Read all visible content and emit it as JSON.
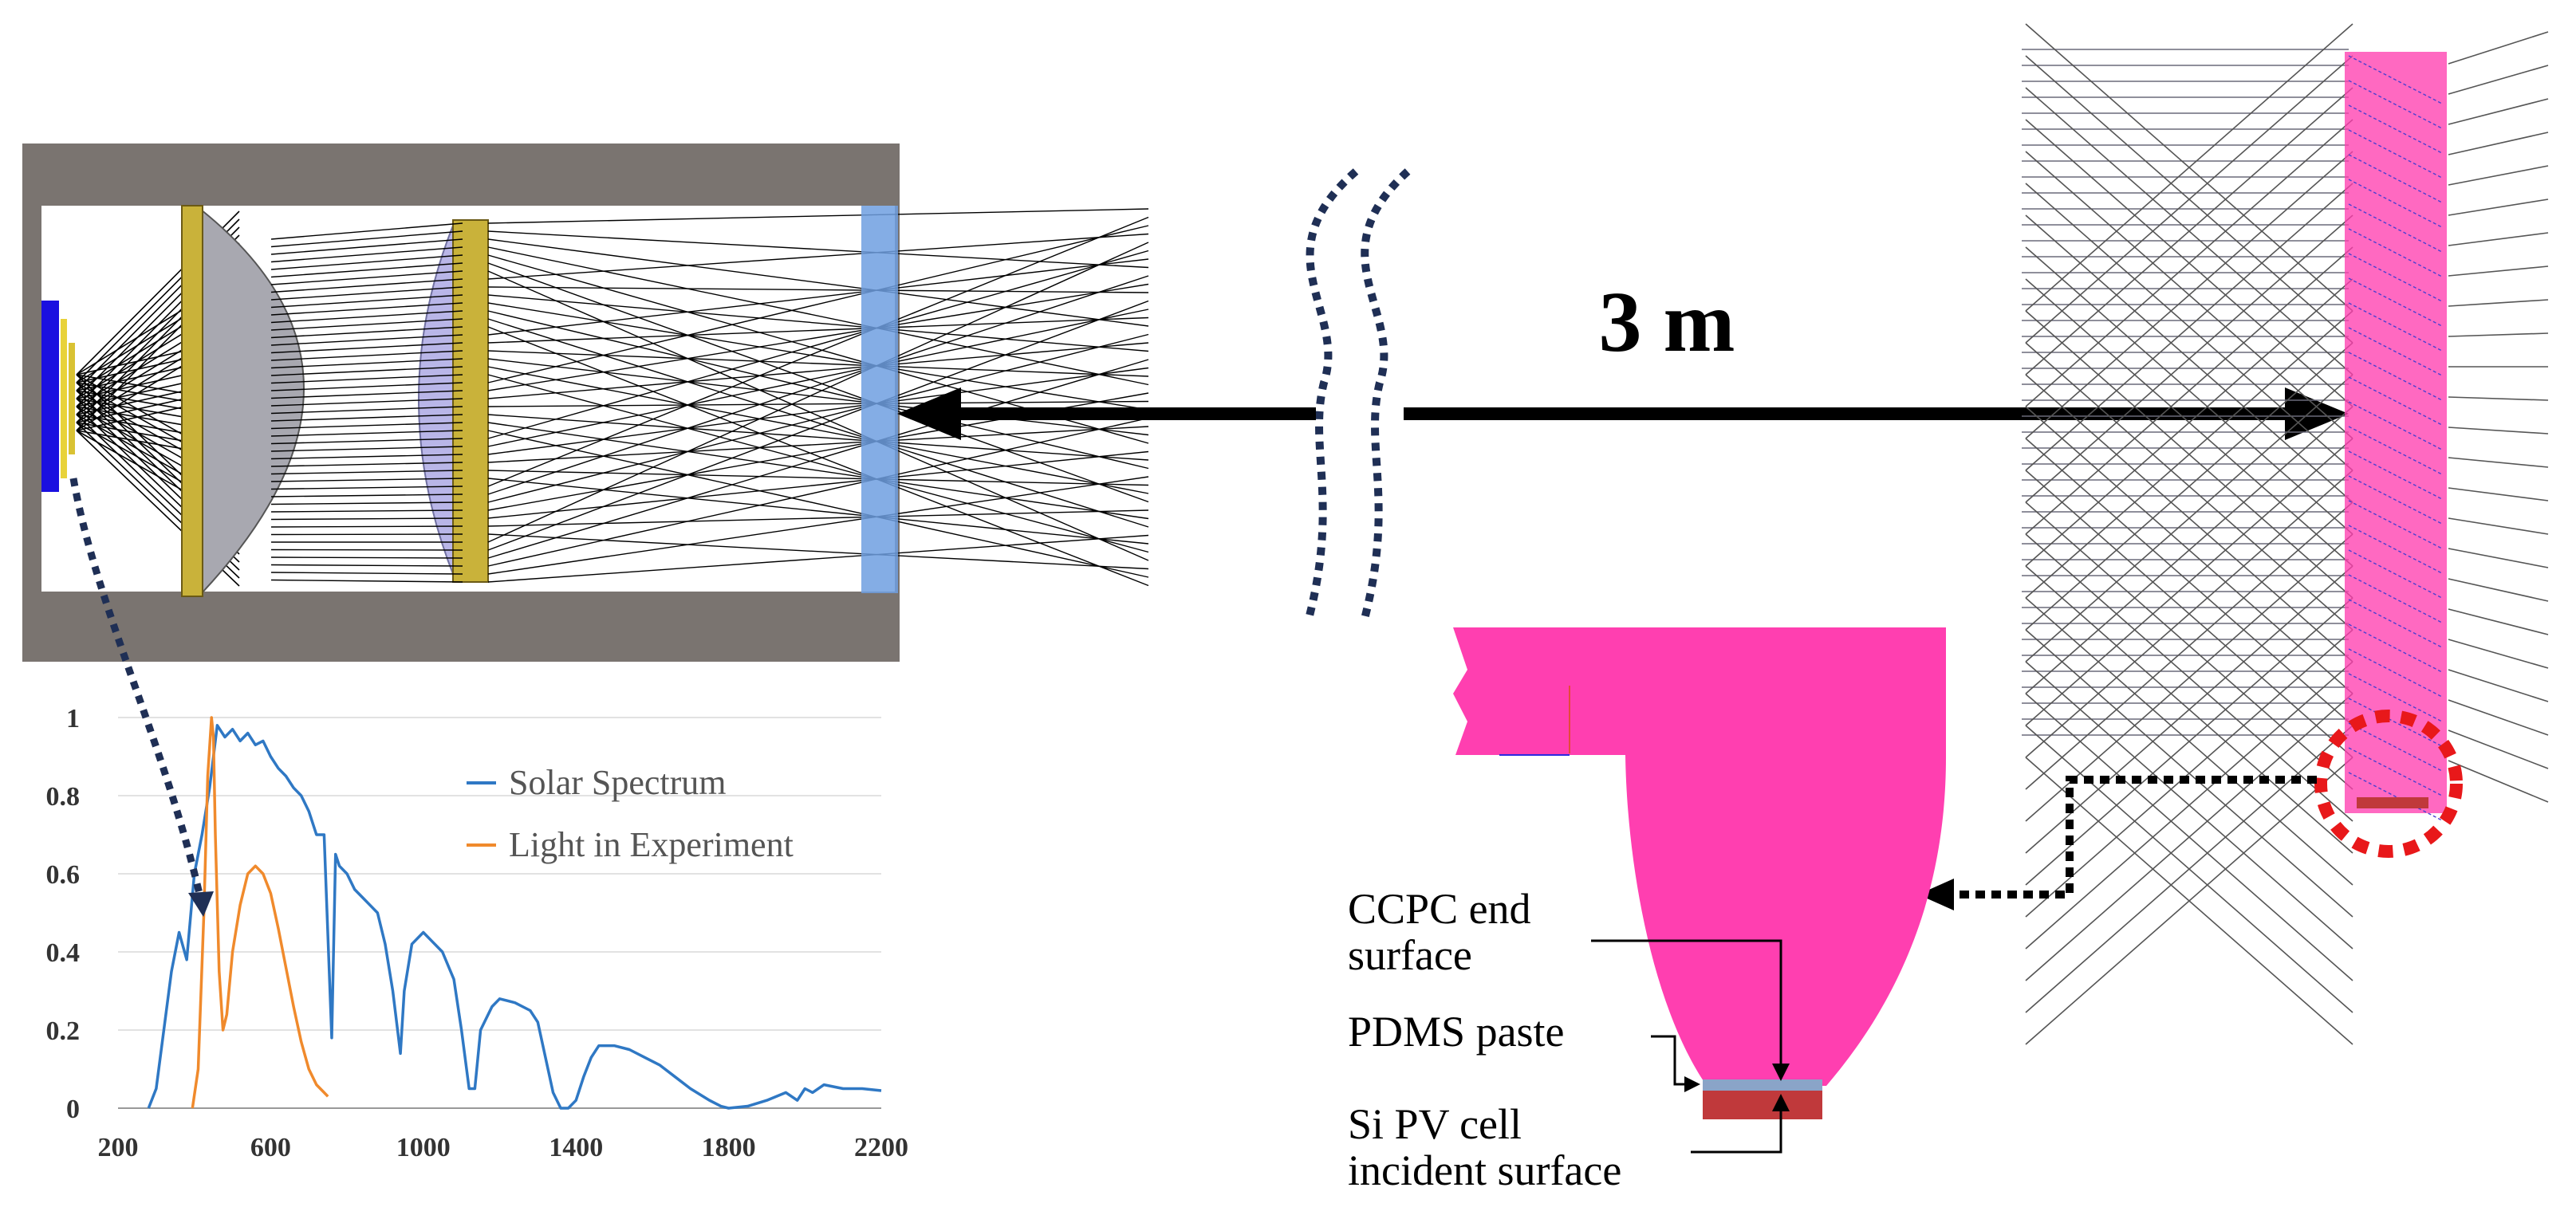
{
  "distance_label": "3 m",
  "labels": {
    "ccpc_end_line1": "CCPC end",
    "ccpc_end_line2": "surface",
    "pdms": "PDMS paste",
    "si_pv_line1": "Si PV cell",
    "si_pv_line2": "incident surface"
  },
  "colors": {
    "housing": "#7a7470",
    "concentrator": "#ff3fb0",
    "lens_gold": "#c9b23a",
    "led_blue": "#1a10e0",
    "window_blue": "#6f9fe0",
    "pdms": "#8aa4c8",
    "pv_cell": "#c0393b",
    "solar_series": "#2f78c4",
    "experiment_series": "#f08a2c"
  },
  "chart_data": {
    "type": "line",
    "title": "",
    "xlabel": "",
    "ylabel": "",
    "xlim": [
      200,
      2200
    ],
    "ylim": [
      0,
      1
    ],
    "xticks": [
      "200",
      "600",
      "1000",
      "1400",
      "1800",
      "2200"
    ],
    "yticks": [
      "0",
      "0.2",
      "0.4",
      "0.6",
      "0.8",
      "1"
    ],
    "legend_position": "top-right",
    "series": [
      {
        "name": "Solar Spectrum",
        "color": "#2f78c4",
        "x": [
          280,
          300,
          320,
          340,
          360,
          380,
          400,
          420,
          440,
          460,
          480,
          500,
          520,
          540,
          560,
          580,
          600,
          620,
          640,
          660,
          680,
          700,
          720,
          740,
          760,
          770,
          780,
          800,
          820,
          840,
          860,
          880,
          900,
          920,
          940,
          950,
          970,
          1000,
          1020,
          1050,
          1080,
          1100,
          1120,
          1135,
          1150,
          1180,
          1200,
          1240,
          1280,
          1300,
          1320,
          1340,
          1360,
          1380,
          1400,
          1420,
          1440,
          1460,
          1500,
          1540,
          1580,
          1620,
          1660,
          1700,
          1750,
          1780,
          1800,
          1850,
          1900,
          1950,
          1980,
          2000,
          2020,
          2050,
          2100,
          2150,
          2200
        ],
        "y": [
          0.0,
          0.05,
          0.2,
          0.35,
          0.45,
          0.38,
          0.6,
          0.7,
          0.82,
          0.98,
          0.95,
          0.97,
          0.94,
          0.96,
          0.93,
          0.94,
          0.9,
          0.87,
          0.85,
          0.82,
          0.8,
          0.76,
          0.7,
          0.7,
          0.18,
          0.65,
          0.62,
          0.6,
          0.56,
          0.54,
          0.52,
          0.5,
          0.42,
          0.3,
          0.14,
          0.3,
          0.42,
          0.45,
          0.43,
          0.4,
          0.33,
          0.2,
          0.05,
          0.05,
          0.2,
          0.26,
          0.28,
          0.27,
          0.25,
          0.22,
          0.13,
          0.04,
          0.0,
          0.0,
          0.02,
          0.08,
          0.13,
          0.16,
          0.16,
          0.15,
          0.13,
          0.11,
          0.08,
          0.05,
          0.02,
          0.005,
          0.0,
          0.005,
          0.02,
          0.04,
          0.02,
          0.05,
          0.04,
          0.06,
          0.05,
          0.05,
          0.045
        ]
      },
      {
        "name": "Light in Experiment",
        "color": "#f08a2c",
        "x": [
          395,
          410,
          425,
          435,
          445,
          450,
          455,
          465,
          475,
          485,
          500,
          520,
          540,
          560,
          580,
          600,
          620,
          640,
          660,
          680,
          700,
          720,
          740,
          750
        ],
        "y": [
          0.0,
          0.1,
          0.5,
          0.85,
          1.0,
          0.95,
          0.7,
          0.35,
          0.2,
          0.24,
          0.4,
          0.52,
          0.6,
          0.62,
          0.6,
          0.55,
          0.46,
          0.36,
          0.26,
          0.17,
          0.1,
          0.06,
          0.04,
          0.03
        ]
      }
    ]
  }
}
